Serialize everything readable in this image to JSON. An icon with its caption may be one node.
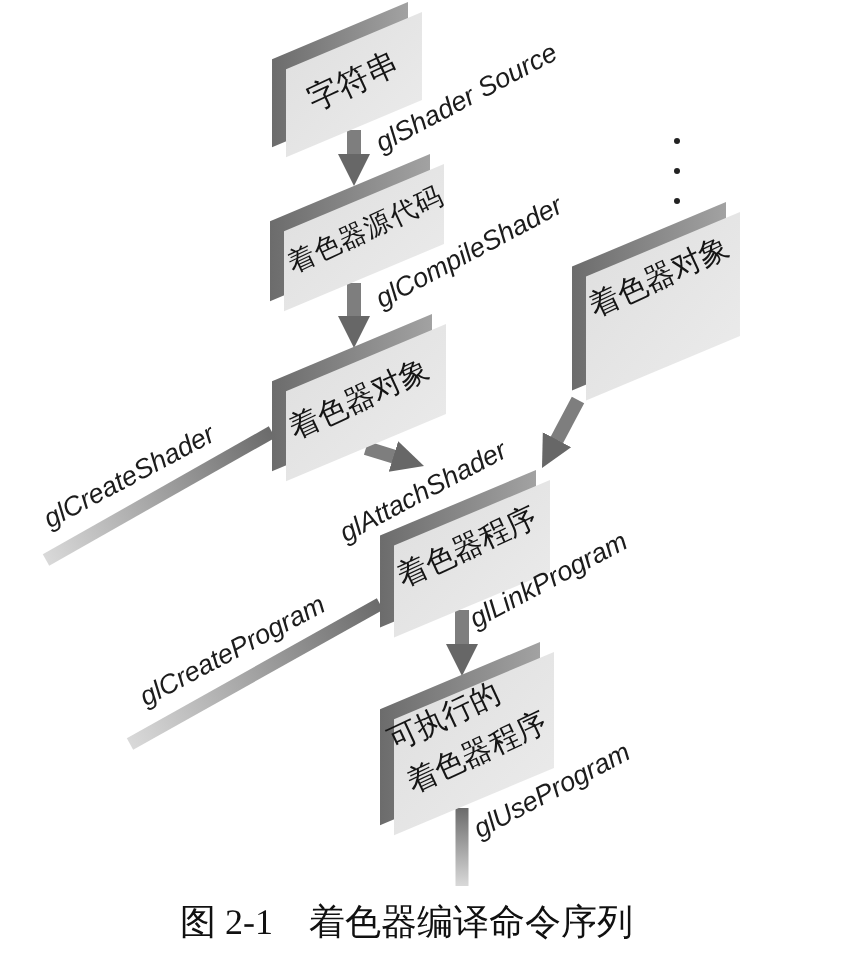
{
  "diagram": {
    "caption": "图 2-1　着色器编译命令序列",
    "nodes": [
      {
        "text": [
          "字符串"
        ]
      },
      {
        "text": [
          "着色器源代码"
        ]
      },
      {
        "text": [
          "着色器对象"
        ]
      },
      {
        "text": [
          "着色器对象"
        ]
      },
      {
        "text": [
          "着色器程序"
        ]
      },
      {
        "text": [
          "可执行的着色器程序"
        ]
      }
    ],
    "edges": [
      {
        "from": 0,
        "to": 1,
        "arrow": "to",
        "label": "glShader Source"
      },
      {
        "from": 1,
        "to": 2,
        "arrow": "to",
        "label": "glCompileShader"
      },
      {
        "from": null,
        "to": 2,
        "arrow": "none",
        "label": "glCreateShader"
      },
      {
        "from": 2,
        "to": 4,
        "arrow": "to",
        "label": "glAttachShader"
      },
      {
        "from": 3,
        "to": 4,
        "arrow": "to"
      },
      {
        "from": null,
        "to": 4,
        "arrow": "none",
        "label": "glCreateProgram"
      },
      {
        "from": 4,
        "to": 5,
        "arrow": "to",
        "label": "glLinkProgram"
      },
      {
        "from": 5,
        "to": null,
        "arrow": "none",
        "label": "glUseProgram"
      }
    ]
  }
}
